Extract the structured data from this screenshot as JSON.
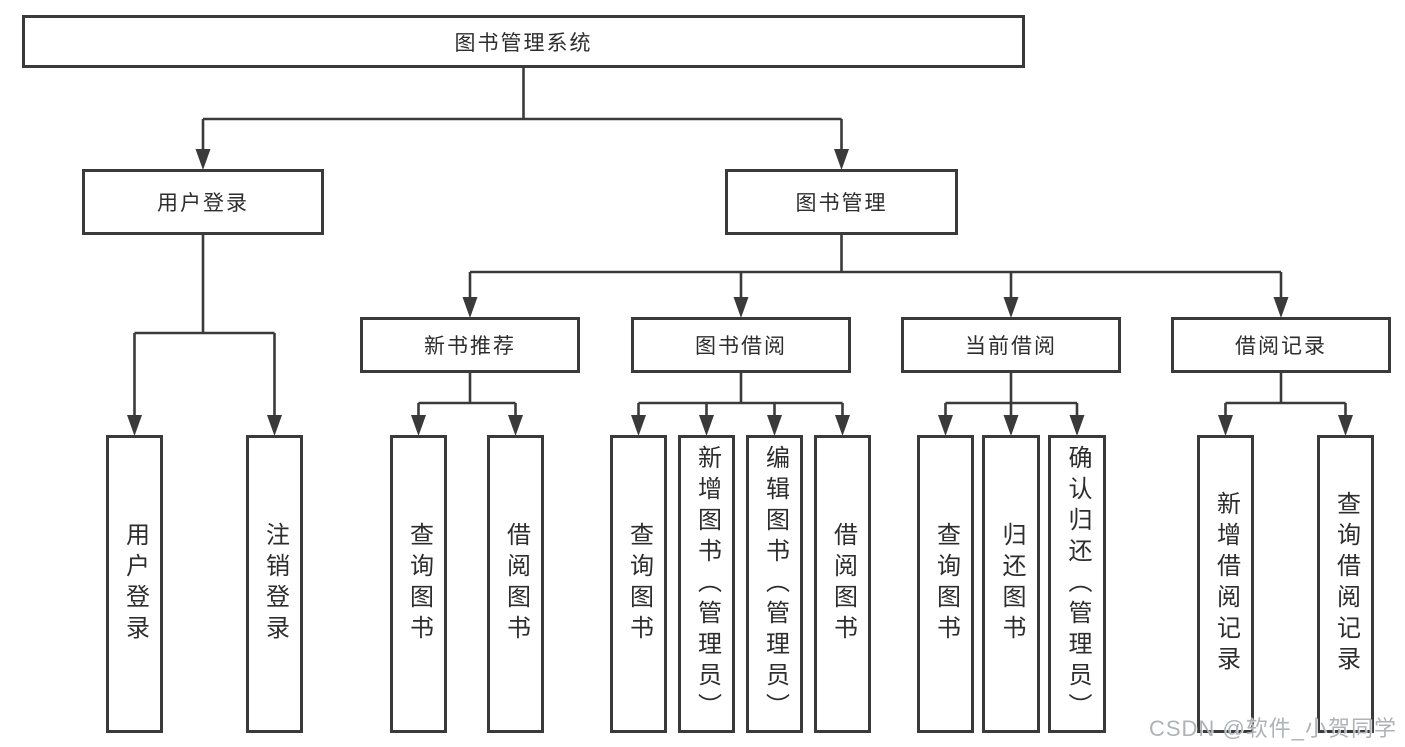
{
  "diagram_title": "图书管理系统",
  "nodes": {
    "root": {
      "label": "图书管理系统"
    },
    "user_login": {
      "label": "用户登录"
    },
    "book_mgmt": {
      "label": "图书管理"
    },
    "new_book_rec": {
      "label": "新书推荐"
    },
    "book_borrow": {
      "label": "图书借阅"
    },
    "current_borrow": {
      "label": "当前借阅"
    },
    "borrow_records": {
      "label": "借阅记录"
    },
    "leaf_user_login": {
      "label": "用户登录"
    },
    "leaf_logout": {
      "label": "注销登录"
    },
    "leaf_query_book_1": {
      "label": "查询图书"
    },
    "leaf_borrow_book_1": {
      "label": "借阅图书"
    },
    "leaf_query_book_2": {
      "label": "查询图书"
    },
    "leaf_add_book": {
      "label": "新增图书（管理员）"
    },
    "leaf_edit_book": {
      "label": "编辑图书（管理员）"
    },
    "leaf_borrow_book_2": {
      "label": "借阅图书"
    },
    "leaf_query_book_3": {
      "label": "查询图书"
    },
    "leaf_return_book": {
      "label": "归还图书"
    },
    "leaf_confirm_return": {
      "label": "确认归还（管理员）"
    },
    "leaf_add_borrow_record": {
      "label": "新增借阅记录"
    },
    "leaf_query_borrow_record": {
      "label": "查询借阅记录"
    }
  },
  "hierarchy": [
    {
      "parent": "图书管理系统",
      "children": [
        "用户登录",
        "图书管理"
      ]
    },
    {
      "parent": "用户登录",
      "children": [
        "用户登录",
        "注销登录"
      ]
    },
    {
      "parent": "图书管理",
      "children": [
        "新书推荐",
        "图书借阅",
        "当前借阅",
        "借阅记录"
      ]
    },
    {
      "parent": "新书推荐",
      "children": [
        "查询图书",
        "借阅图书"
      ]
    },
    {
      "parent": "图书借阅",
      "children": [
        "查询图书",
        "新增图书（管理员）",
        "编辑图书（管理员）",
        "借阅图书"
      ]
    },
    {
      "parent": "当前借阅",
      "children": [
        "查询图书",
        "归还图书",
        "确认归还（管理员）"
      ]
    },
    {
      "parent": "借阅记录",
      "children": [
        "新增借阅记录",
        "查询借阅记录"
      ]
    }
  ],
  "watermark": {
    "text": "CSDN @软件_小贺同学"
  },
  "colors": {
    "line": "#3a3a3a",
    "box_border": "#3a3a3a",
    "text": "#2d2d2d",
    "background": "#ffffff",
    "watermark": "#aaafb4"
  }
}
